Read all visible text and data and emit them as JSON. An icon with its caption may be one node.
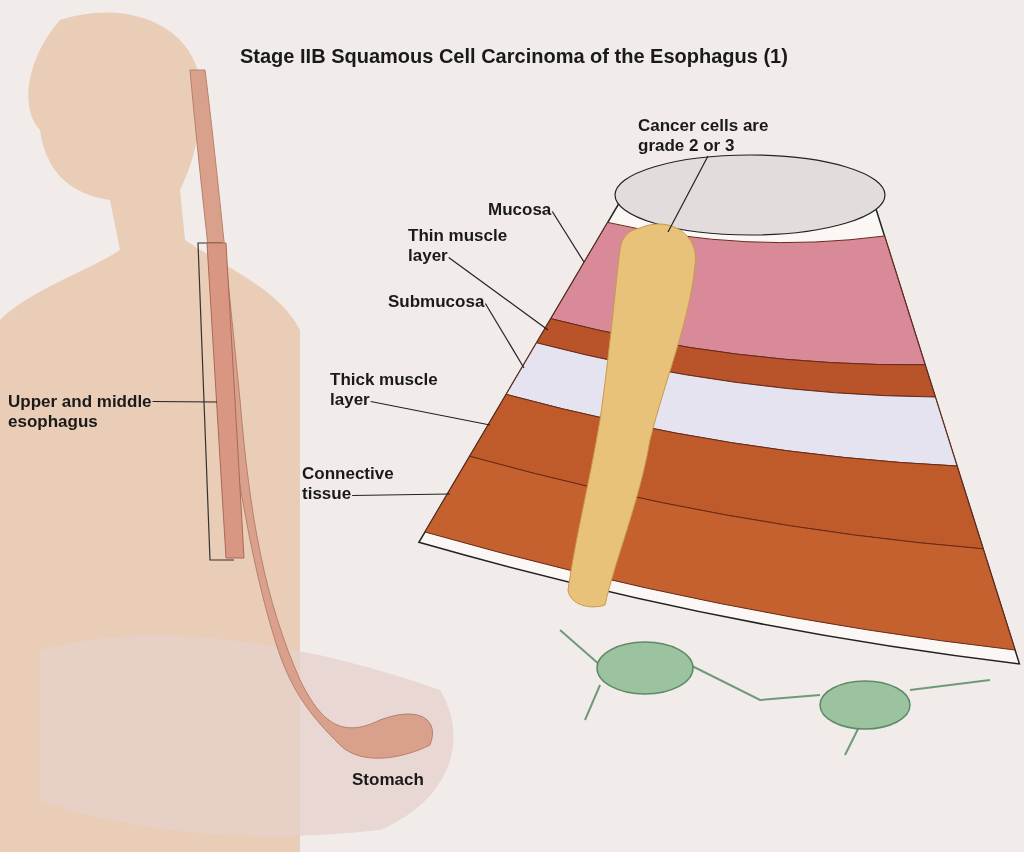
{
  "diagram": {
    "title": "Stage IIB Squamous Cell Carcinoma of the Esophagus (1)",
    "nodes": [
      {
        "text": [
          "Cancer cells are grade 2 or 3"
        ]
      },
      {
        "text": [
          "Mucosa"
        ]
      },
      {
        "text": [
          "Thin muscle layer"
        ]
      },
      {
        "text": [
          "Submucosa"
        ]
      },
      {
        "text": [
          "Thick muscle layer"
        ]
      },
      {
        "text": [
          "Connective tissue"
        ]
      },
      {
        "text": [
          "Upper and middle esophagus"
        ]
      },
      {
        "text": [],
        "shape": "picture"
      },
      {
        "text": [],
        "shape": "picture"
      },
      {
        "text": [],
        "shape": "picture"
      },
      {
        "text": [],
        "shape": "picture"
      },
      {
        "text": [],
        "shape": "picture"
      },
      {
        "text": [],
        "shape": "picture"
      },
      {
        "text": [],
        "shape": "picture"
      }
    ],
    "edges": [
      {
        "from": 0,
        "to": 7,
        "arrow": "none"
      },
      {
        "from": 1,
        "to": 8,
        "arrow": "none"
      },
      {
        "from": 2,
        "to": 9,
        "arrow": "none"
      },
      {
        "from": 3,
        "to": 10,
        "arrow": "none"
      },
      {
        "from": 4,
        "to": 11,
        "arrow": "none"
      },
      {
        "from": 5,
        "to": 12,
        "arrow": "none"
      },
      {
        "from": 6,
        "to": 13,
        "arrow": "none"
      }
    ],
    "labels": [
      "Stomach"
    ]
  }
}
